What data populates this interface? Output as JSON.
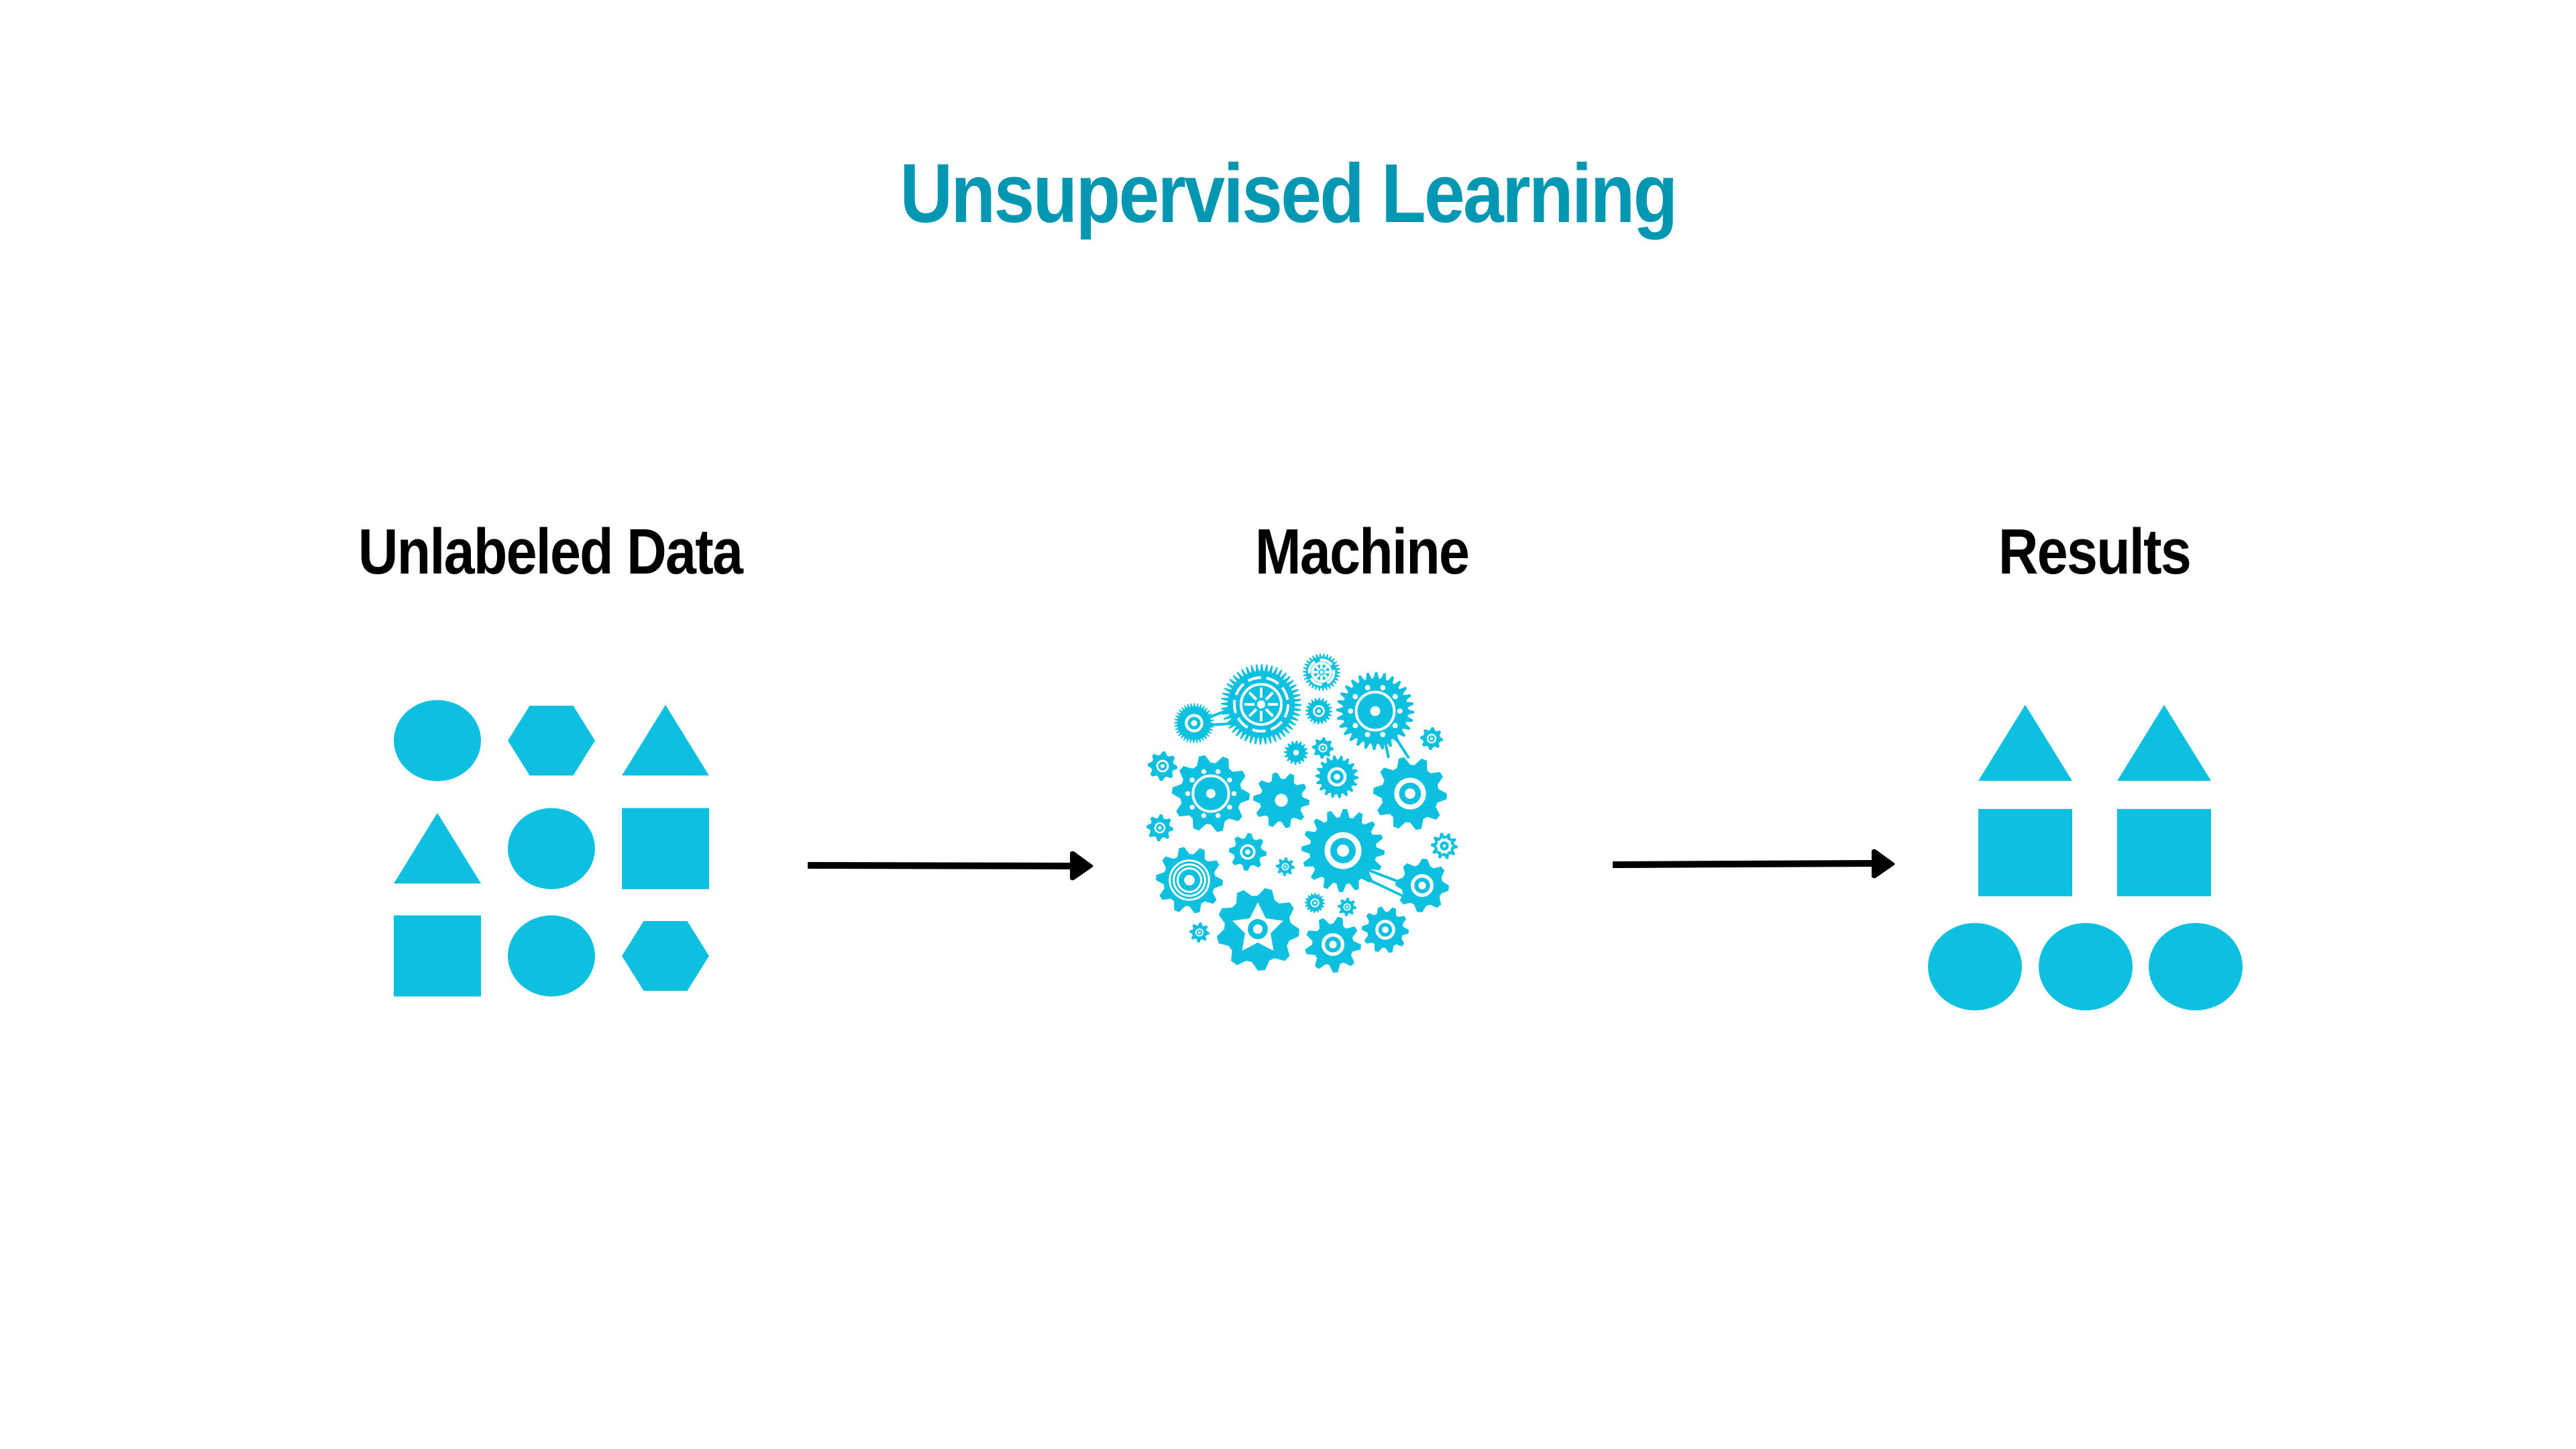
{
  "title": "Unsupervised Learning",
  "colors": {
    "title": "#0097b2",
    "shape_fill": "#0ec0df",
    "label": "#000000",
    "arrow": "#000000",
    "background": "#ffffff"
  },
  "stages": [
    {
      "label": "Unlabeled Data",
      "shapes": [
        [
          "circle",
          "hexagon",
          "triangle"
        ],
        [
          "triangle",
          "circle",
          "square"
        ],
        [
          "square",
          "circle",
          "hexagon"
        ]
      ]
    },
    {
      "label": "Machine",
      "icon": "gears-cluster-icon"
    },
    {
      "label": "Results",
      "clusters": [
        [
          "triangle",
          "triangle"
        ],
        [
          "square",
          "square"
        ],
        [
          "circle",
          "circle",
          "circle"
        ]
      ]
    }
  ],
  "arrows": [
    {
      "from": "Unlabeled Data",
      "to": "Machine"
    },
    {
      "from": "Machine",
      "to": "Results"
    }
  ]
}
